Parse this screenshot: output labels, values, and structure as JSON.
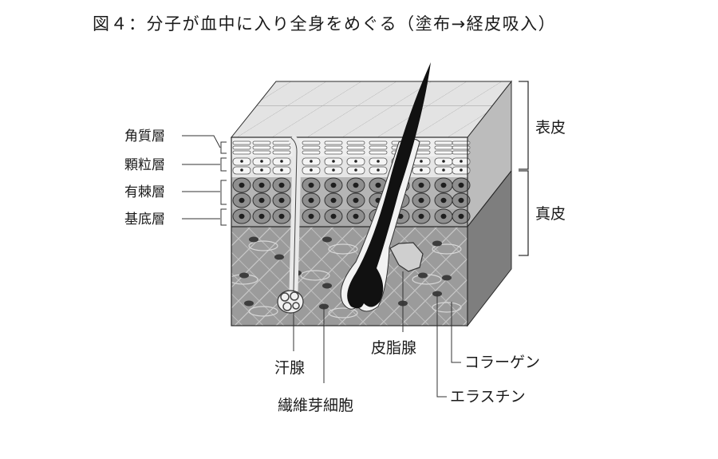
{
  "title": "図４：分子が血中に入り全身をめぐる（塗布→経皮吸入）",
  "labels": {
    "left": [
      "角質層",
      "顆粒層",
      "有棘層",
      "基底層"
    ],
    "right": [
      "表皮",
      "真皮"
    ],
    "bottom": {
      "sweat_gland": "汗腺",
      "fibroblast": "繊維芽細胞",
      "sebaceous_gland": "皮脂腺",
      "collagen": "コラーゲン",
      "elastin": "エラスチン"
    }
  }
}
